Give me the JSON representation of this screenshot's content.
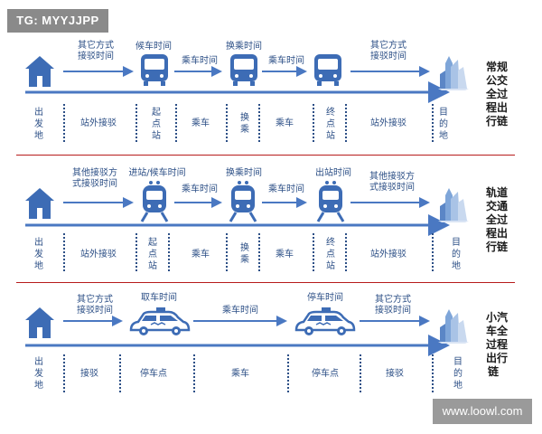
{
  "tag": "TG: MYYJJPP",
  "watermark": "www.loowl.com",
  "rows": [
    {
      "side": "常规\n公交\n全过\n程出\n行链",
      "top": [
        "其它方式\n接驳时间",
        "候车时间",
        "乘车时间",
        "换乘时间",
        "乘车时间",
        "其它方式\n接驳时间"
      ],
      "bottom": [
        "出\n发\n地",
        "站外接驳",
        "起\n点\n站",
        "乘车",
        "换\n乘",
        "乘车",
        "终\n点\n站",
        "站外接驳",
        "目\n的\n地"
      ]
    },
    {
      "side": "轨道\n交通\n全过\n程出\n行链",
      "top": [
        "其他接驳方\n式接驳时间",
        "进站/候车时间",
        "乘车时间",
        "换乘时间",
        "乘车时间",
        "出站时间",
        "其他接驳方\n式接驳时间"
      ],
      "bottom": [
        "出\n发\n地",
        "站外接驳",
        "起\n点\n站",
        "乘车",
        "换\n乘",
        "乘车",
        "终\n点\n站",
        "站外接驳",
        "目\n的\n地"
      ]
    },
    {
      "side": "小汽\n车全\n过程\n出行\n链",
      "top": [
        "其它方式\n接驳时间",
        "取车时间",
        "乘车时间",
        "停车时间",
        "其它方式\n接驳时间"
      ],
      "bottom": [
        "出\n发\n地",
        "接驳",
        "停车点",
        "乘车",
        "停车点",
        "接驳",
        "目\n的\n地"
      ]
    }
  ]
}
